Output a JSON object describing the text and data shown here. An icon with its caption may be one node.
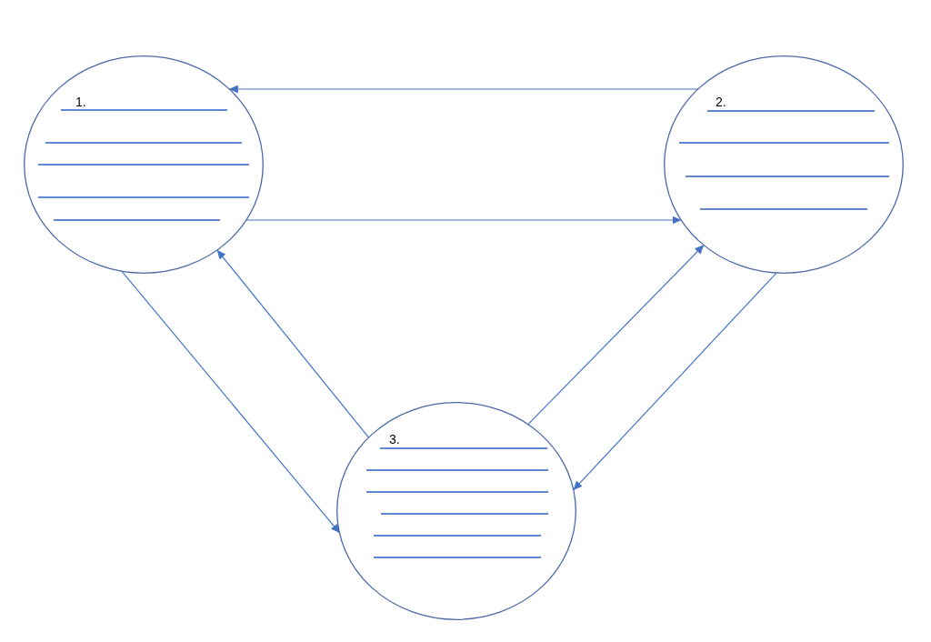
{
  "diagram": {
    "nodes": [
      {
        "text": [
          "1."
        ]
      },
      {
        "text": [
          "2."
        ]
      },
      {
        "text": [
          "3."
        ]
      }
    ],
    "edges": [
      {
        "from": 1,
        "to": 0,
        "arrow": "to"
      },
      {
        "from": 0,
        "to": 1,
        "arrow": "to"
      },
      {
        "from": 0,
        "to": 2,
        "arrow": "to"
      },
      {
        "from": 2,
        "to": 0,
        "arrow": "to"
      },
      {
        "from": 2,
        "to": 1,
        "arrow": "to"
      },
      {
        "from": 1,
        "to": 2,
        "arrow": "to"
      }
    ]
  }
}
